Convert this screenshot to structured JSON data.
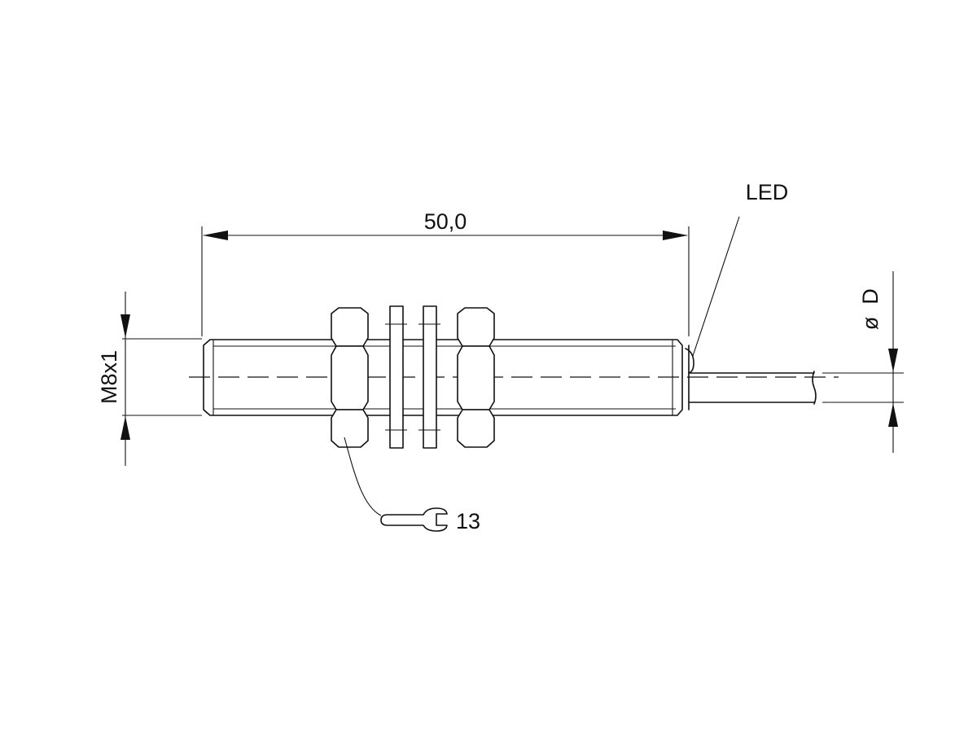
{
  "labels": {
    "length": "50,0",
    "led": "LED",
    "thread": "M8x1",
    "diameter_symbol": "ø",
    "diameter_letter": "D",
    "wrench_size": "13"
  }
}
